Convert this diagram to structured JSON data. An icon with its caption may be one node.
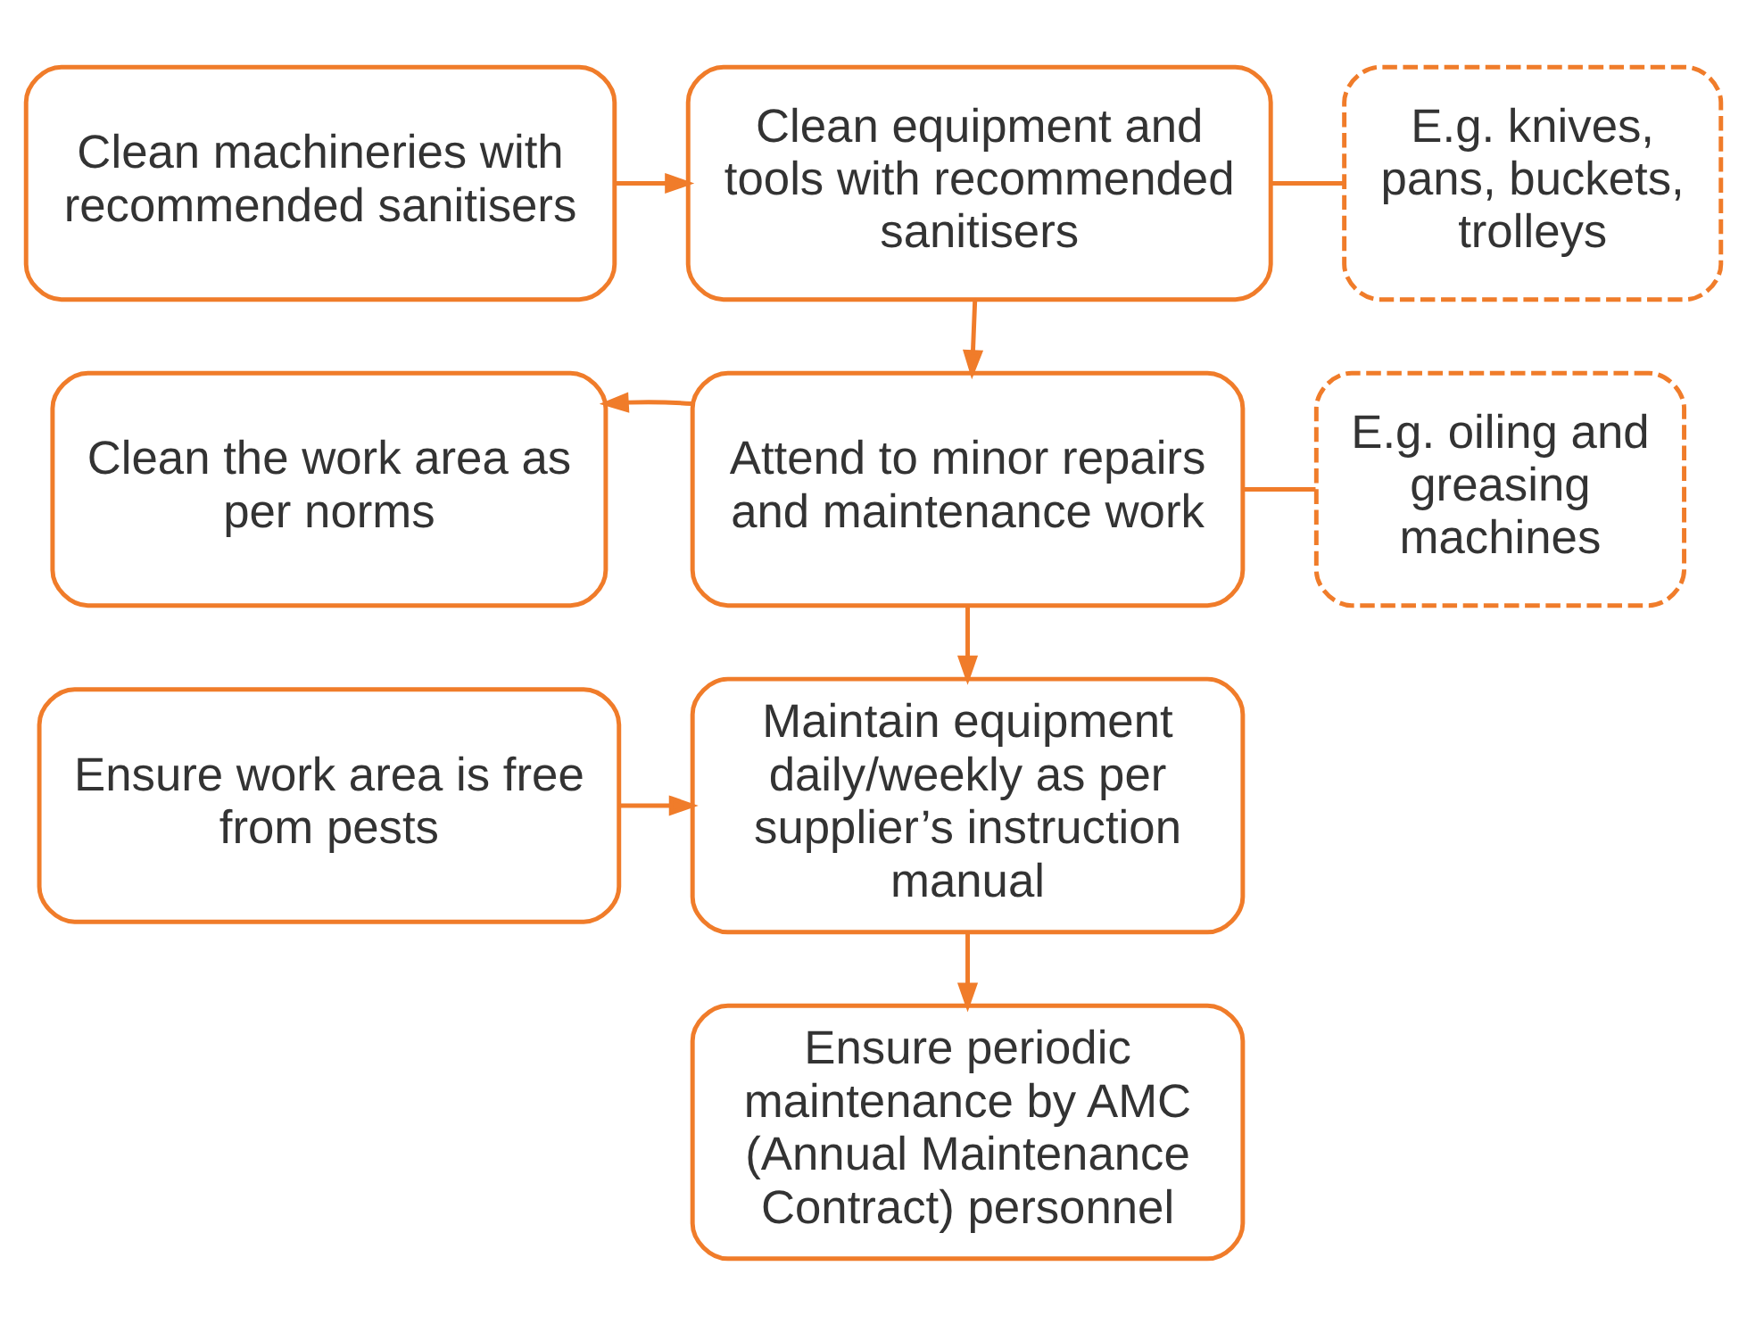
{
  "diagram": {
    "nodes": [
      {
        "text": [
          "Clean machineries with recommended sanitisers"
        ]
      },
      {
        "text": [
          "Clean equipment and tools with recommended sanitisers"
        ]
      },
      {
        "text": [
          "E.g. knives, pans, buckets, trolleys"
        ]
      },
      {
        "text": [
          "Clean the work area as per norms"
        ]
      },
      {
        "text": [
          "Attend to minor repairs and maintenance work"
        ]
      },
      {
        "text": [
          "E.g. oiling and greasing machines"
        ]
      },
      {
        "text": [
          "Ensure work area is free from pests"
        ]
      },
      {
        "text": [
          "Maintain equipment daily/weekly as per supplier’s instruction manual"
        ]
      },
      {
        "text": [
          "Ensure periodic maintenance by AMC (Annual Maintenance Contract) personnel"
        ]
      }
    ],
    "edges": [
      {
        "from": 0,
        "to": 1,
        "arrow": "to"
      },
      {
        "from": 1,
        "to": 2,
        "arrow": "none"
      },
      {
        "from": 1,
        "to": 4,
        "arrow": "to"
      },
      {
        "from": 4,
        "to": 3,
        "arrow": "to"
      },
      {
        "from": 4,
        "to": 5,
        "arrow": "none"
      },
      {
        "from": 4,
        "to": 7,
        "arrow": "to"
      },
      {
        "from": 6,
        "to": 7,
        "arrow": "to"
      },
      {
        "from": 7,
        "to": 8,
        "arrow": "to"
      }
    ]
  }
}
